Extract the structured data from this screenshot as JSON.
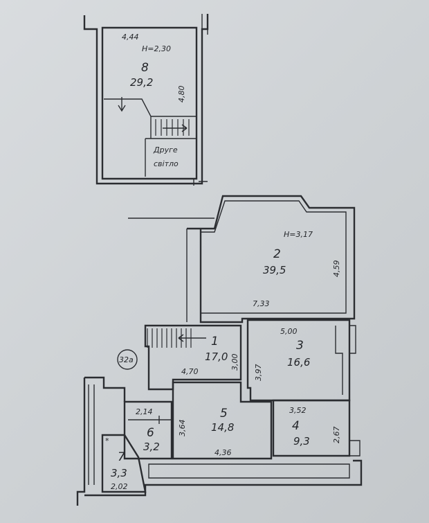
{
  "upper_floor": {
    "room_8": {
      "number": "8",
      "area": "29,2",
      "width": "4,44",
      "length": "4,80",
      "height": "H=2,30"
    },
    "second_light": {
      "line1": "Друге",
      "line2": "світло"
    }
  },
  "main_floor": {
    "height": "H=3,17",
    "room_1": {
      "number": "1",
      "area": "17,0",
      "dim_a": "4,70",
      "dim_b": "3,00"
    },
    "room_2": {
      "number": "2",
      "area": "39,5",
      "dim_a": "7,33",
      "dim_b": "4,59"
    },
    "room_3": {
      "number": "3",
      "area": "16,6",
      "dim_a": "5,00",
      "dim_b": "3,97"
    },
    "room_4": {
      "number": "4",
      "area": "9,3",
      "dim_a": "3,52",
      "dim_b": "2,67"
    },
    "room_5": {
      "number": "5",
      "area": "14,8",
      "dim_a": "4,36",
      "dim_b": "3,64"
    },
    "room_6": {
      "number": "6",
      "area": "3,2",
      "dim_a": "2,14"
    },
    "room_7": {
      "number": "7",
      "area": "3,3",
      "dim_a": "2,02"
    },
    "apartment_number": "32а"
  },
  "colors": {
    "paper": "#d4d7da",
    "ink": "#2b2d31"
  }
}
